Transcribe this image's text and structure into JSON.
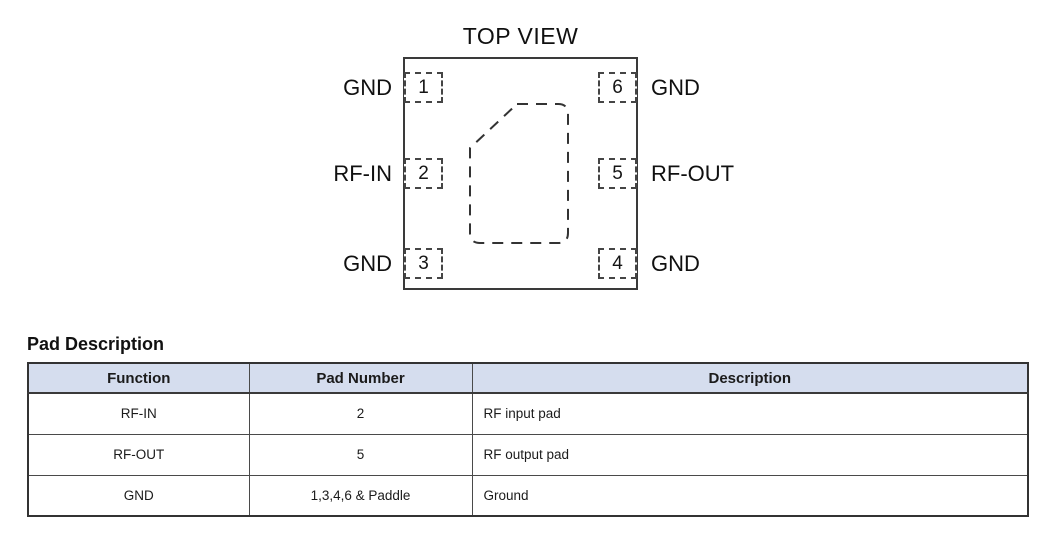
{
  "diagram": {
    "title": "TOP VIEW",
    "pads": {
      "p1": {
        "number": "1",
        "label": "GND"
      },
      "p2": {
        "number": "2",
        "label": "RF-IN"
      },
      "p3": {
        "number": "3",
        "label": "GND"
      },
      "p4": {
        "number": "4",
        "label": "GND"
      },
      "p5": {
        "number": "5",
        "label": "RF-OUT"
      },
      "p6": {
        "number": "6",
        "label": "GND"
      }
    },
    "paddle": "exposed-paddle-outline"
  },
  "table": {
    "title": "Pad Description",
    "headers": [
      "Function",
      "Pad Number",
      "Description"
    ],
    "rows": [
      {
        "function": "RF-IN",
        "pad_number": "2",
        "description": "RF input pad"
      },
      {
        "function": "RF-OUT",
        "pad_number": "5",
        "description": "RF output pad"
      },
      {
        "function": "GND",
        "pad_number": "1,3,4,6 & Paddle",
        "description": "Ground"
      }
    ]
  },
  "colors": {
    "table_header_bg": "#d5ddee",
    "line": "#3a3a3a"
  }
}
